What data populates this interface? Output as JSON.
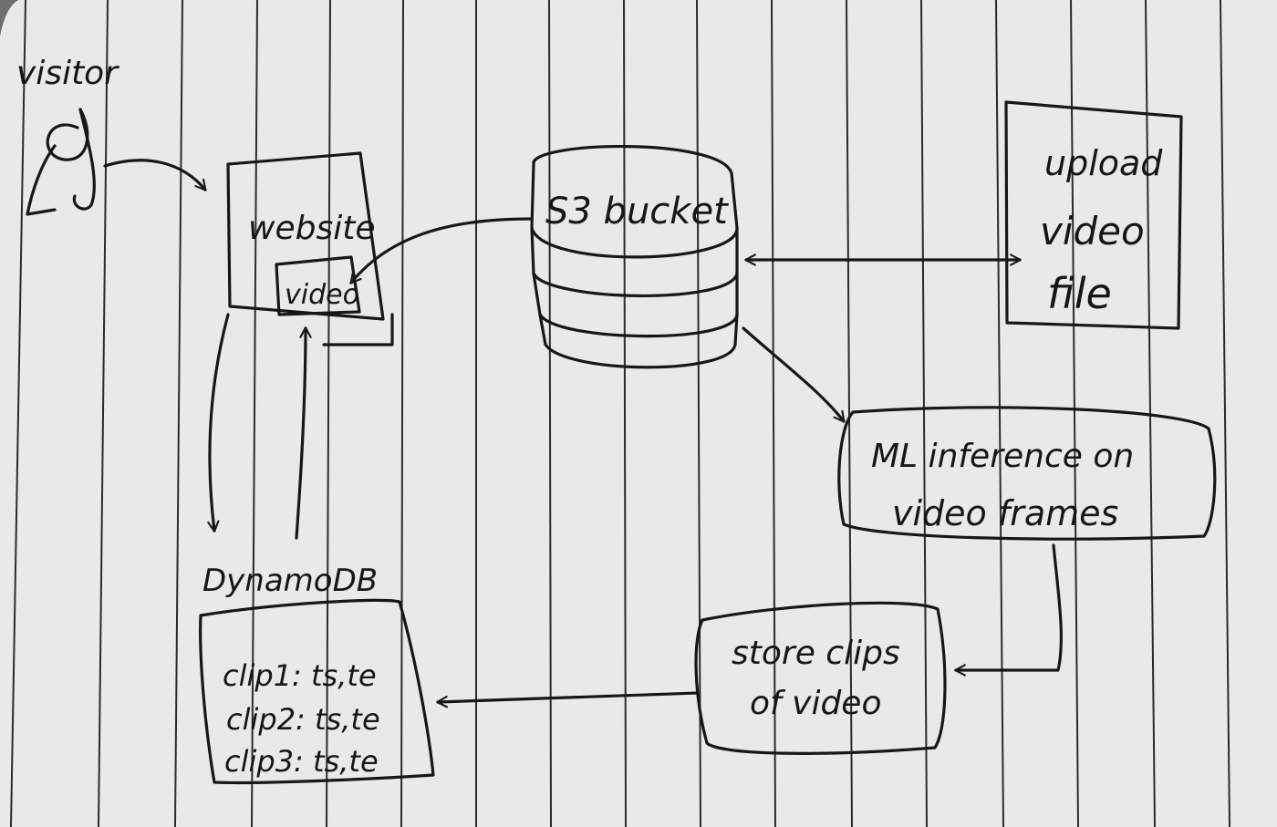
{
  "diagram": {
    "visitor_label": "visitor",
    "website_label": "website",
    "video_label": "video",
    "s3_label": "S3 bucket",
    "upload_lines": [
      "upload",
      "video",
      "file"
    ],
    "ml_lines": [
      "ML inference on",
      "video frames"
    ],
    "clips_lines": [
      "store clips",
      "of video"
    ],
    "dynamo_label": "DynamoDB",
    "dynamo_rows": [
      "clip1: ts,te",
      "clip2: ts,te",
      "clip3: ts,te"
    ]
  }
}
